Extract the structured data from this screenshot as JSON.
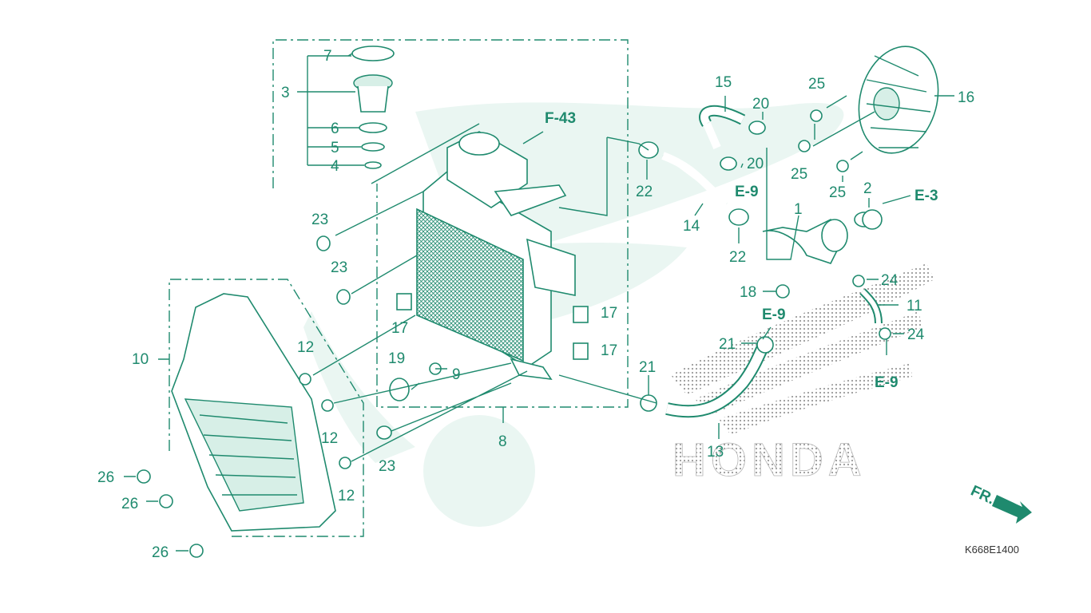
{
  "diagram": {
    "drawing_code": "K668E1400",
    "watermark_brand": "HONDA",
    "front_indicator": "FR.",
    "references": {
      "f43": "F-43",
      "e9_a": "E-9",
      "e9_b": "E-9",
      "e9_c": "E-9",
      "e3": "E-3"
    },
    "callouts": {
      "p1": "1",
      "p2": "2",
      "p3": "3",
      "p4": "4",
      "p5": "5",
      "p6": "6",
      "p7": "7",
      "p8": "8",
      "p9": "9",
      "p10": "10",
      "p11": "11",
      "p12a": "12",
      "p12b": "12",
      "p12c": "12",
      "p13": "13",
      "p14": "14",
      "p15": "15",
      "p16": "16",
      "p17a": "17",
      "p17b": "17",
      "p17c": "17",
      "p18": "18",
      "p19": "19",
      "p20a": "20",
      "p20b": "20",
      "p21a": "21",
      "p21b": "21",
      "p22a": "22",
      "p22b": "22",
      "p23a": "23",
      "p23b": "23",
      "p23c": "23",
      "p24a": "24",
      "p24b": "24",
      "p25a": "25",
      "p25b": "25",
      "p25c": "25",
      "p26a": "26",
      "p26b": "26",
      "p26c": "26"
    },
    "colors": {
      "line": "#1f8a6e",
      "fill": "#d7efe7",
      "watermark": "#eaf6f2"
    }
  }
}
